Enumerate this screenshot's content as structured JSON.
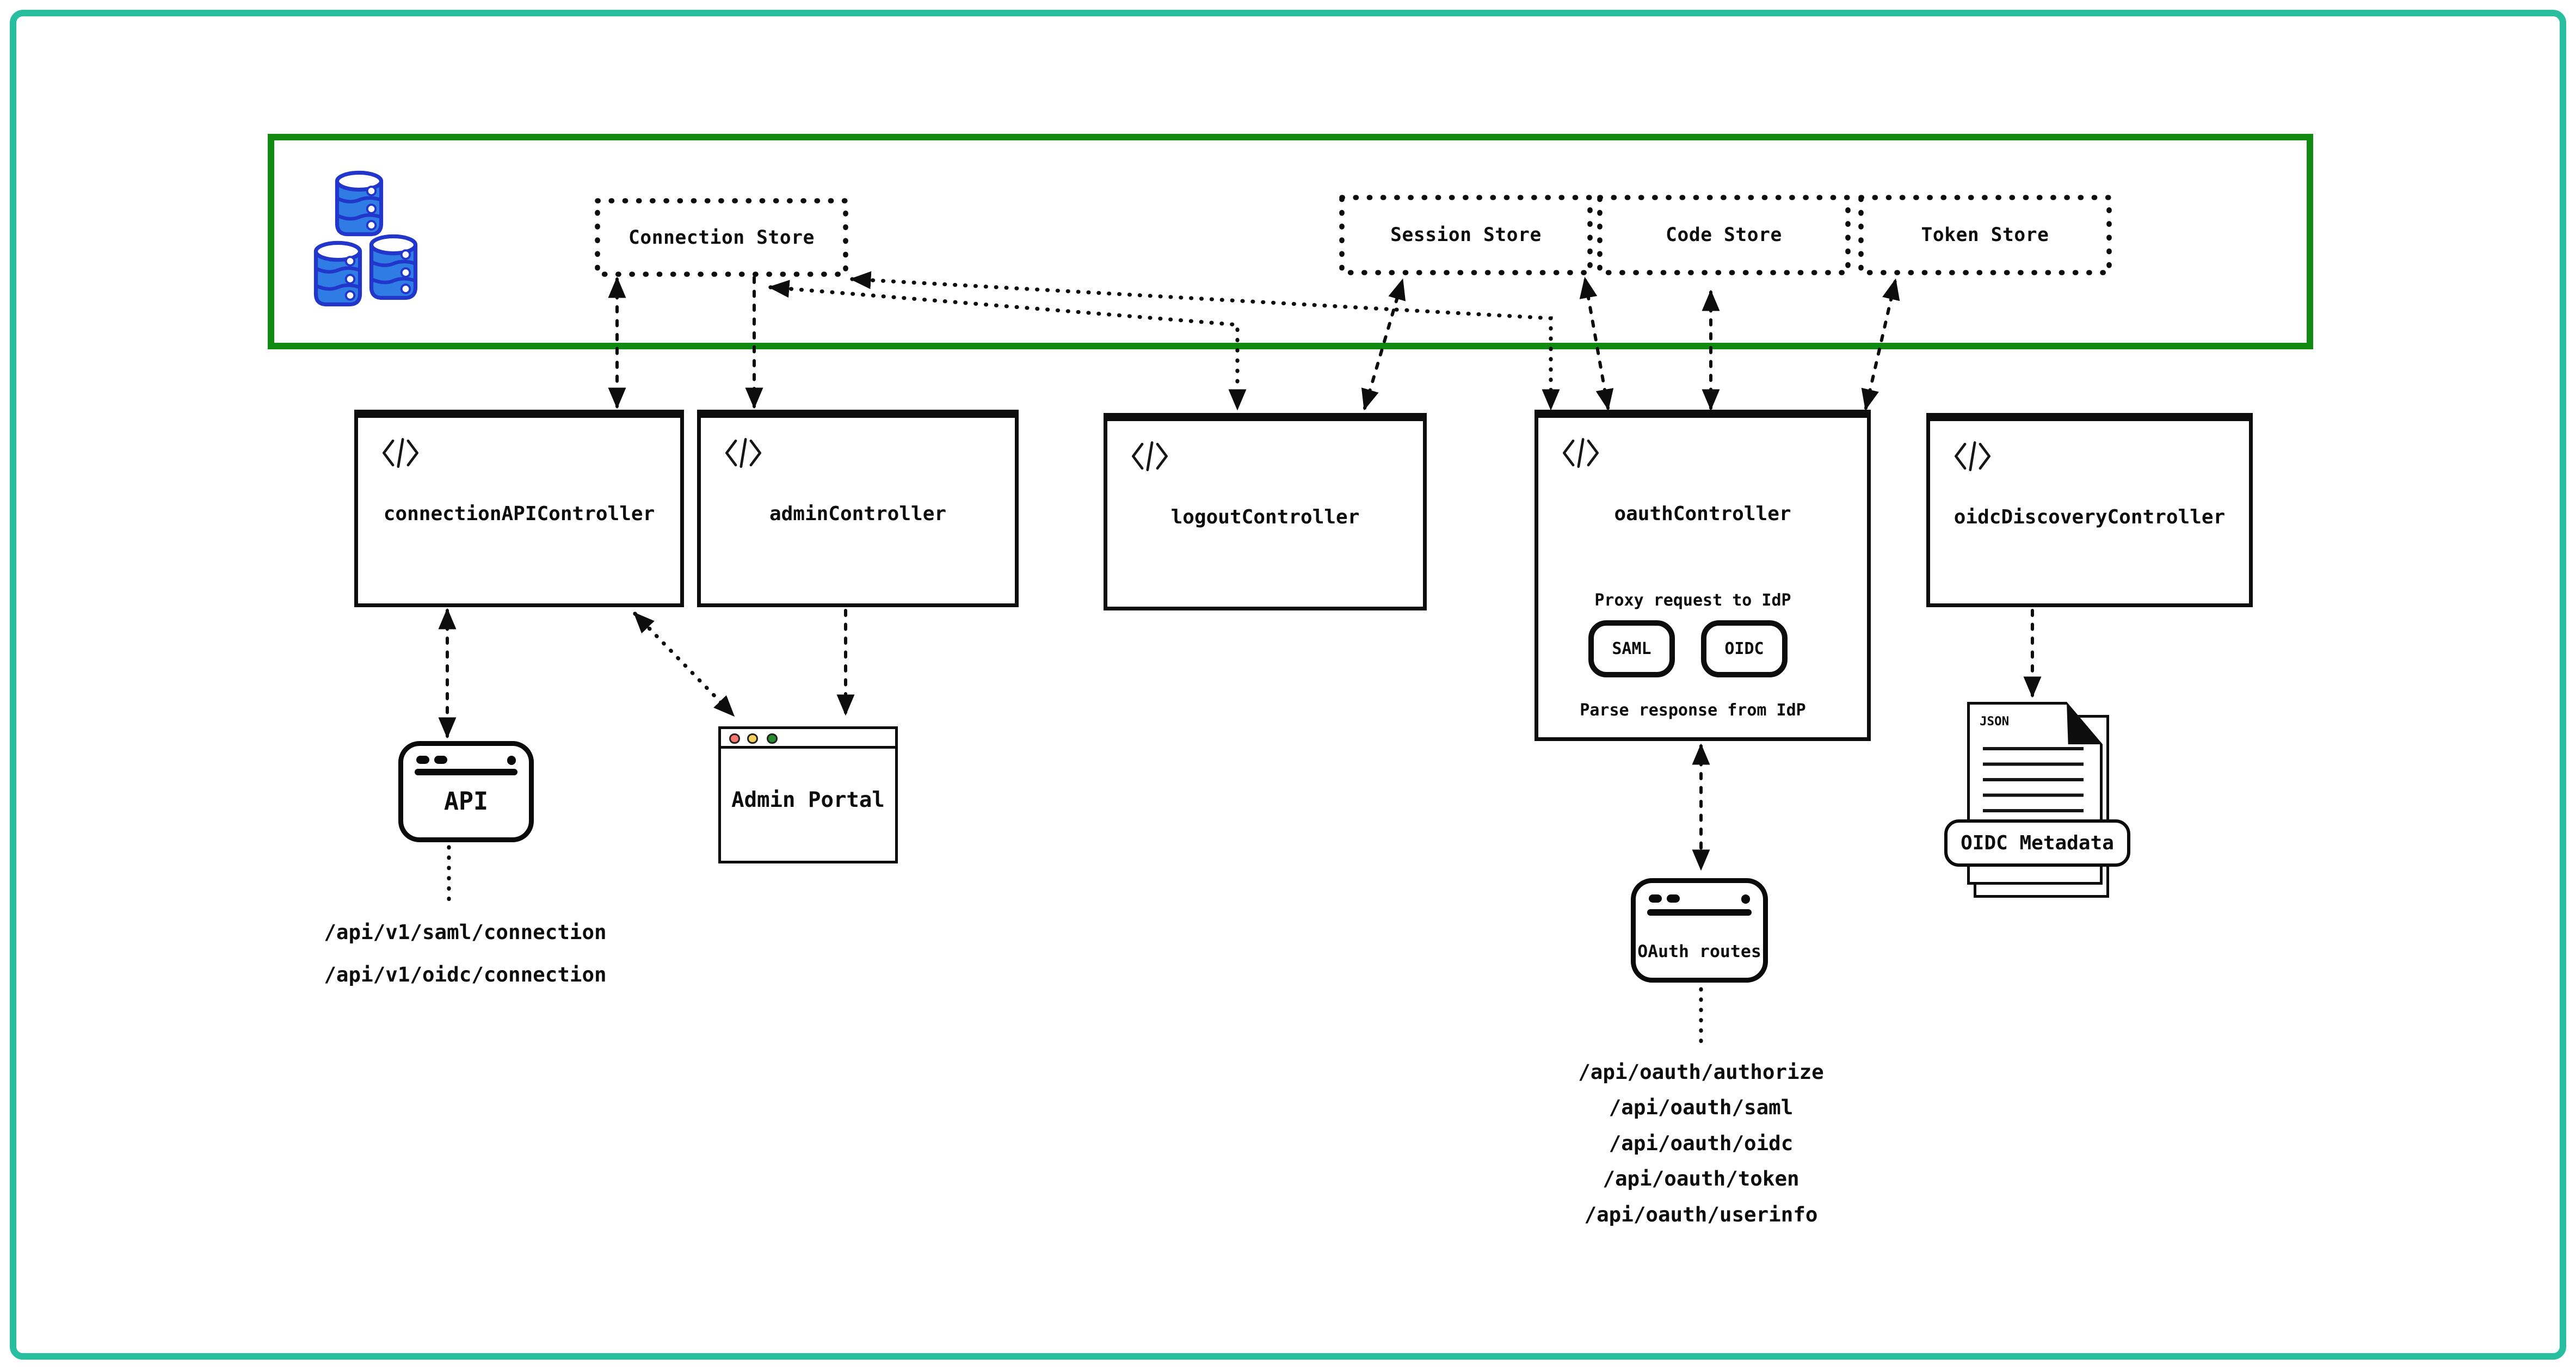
{
  "colors": {
    "outer_border": "#27bfa0",
    "zone_border": "#118a11",
    "db_fill": "#2e7ce4",
    "db_stroke": "#2236cc",
    "light_red": "#f9766d",
    "light_yellow": "#f3d05e",
    "light_green": "#278b2d",
    "ink": "#0d0d0d"
  },
  "zone": {
    "stores": [
      {
        "label": "Connection Store"
      },
      {
        "label": "Session Store"
      },
      {
        "label": "Code Store"
      },
      {
        "label": "Token Store"
      }
    ]
  },
  "controllers": [
    {
      "label": "connectionAPIController"
    },
    {
      "label": "adminController"
    },
    {
      "label": "logoutController"
    },
    {
      "label": "oauthController"
    },
    {
      "label": "oidcDiscoveryController"
    }
  ],
  "oauth_proxy": {
    "title": "Proxy request to IdP",
    "saml": "SAML",
    "oidc": "OIDC",
    "footer": "Parse response from IdP"
  },
  "api_node": {
    "label": "API",
    "endpoints": [
      "/api/v1/saml/connection",
      "/api/v1/oidc/connection"
    ]
  },
  "admin_portal": {
    "label": "Admin Portal"
  },
  "oauth_routes": {
    "label": "OAuth routes",
    "endpoints": [
      "/api/oauth/authorize",
      "/api/oauth/saml",
      "/api/oauth/oidc",
      "/api/oauth/token",
      "/api/oauth/userinfo"
    ]
  },
  "metadata_doc": {
    "file_type": "JSON",
    "label": "OIDC Metadata"
  }
}
